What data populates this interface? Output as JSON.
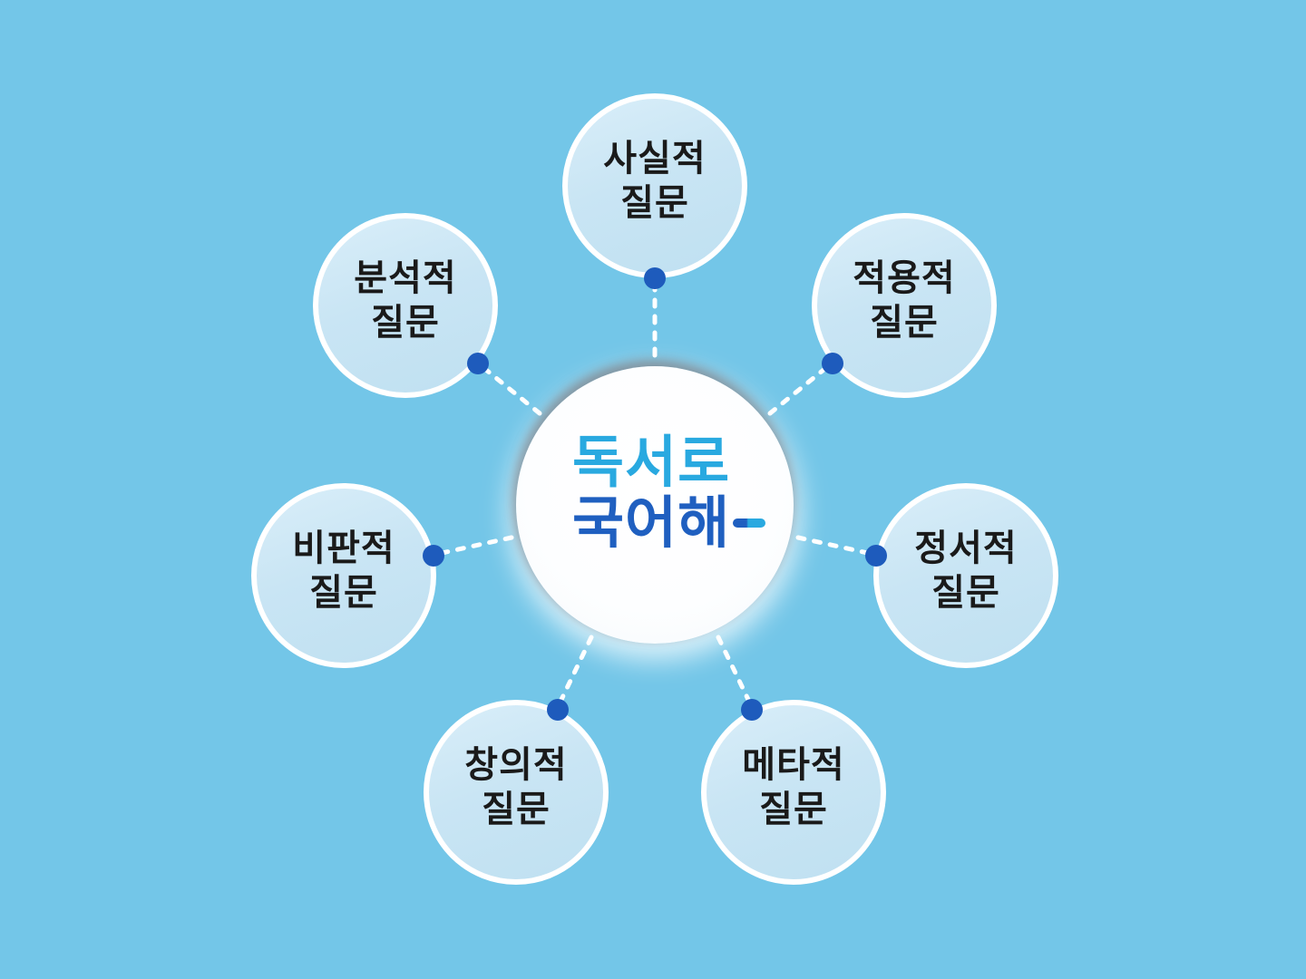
{
  "diagram": {
    "type": "radial-hub-spoke",
    "title_logo": {
      "line1": "독서로",
      "line2": "국어해",
      "dash_icon": "logo-dash"
    },
    "nodes": [
      {
        "position": "top",
        "line1": "사실적",
        "line2": "질문"
      },
      {
        "position": "top-right",
        "line1": "적용적",
        "line2": "질문"
      },
      {
        "position": "right",
        "line1": "정서적",
        "line2": "질문"
      },
      {
        "position": "bottom-right",
        "line1": "메타적",
        "line2": "질문"
      },
      {
        "position": "bottom-left",
        "line1": "창의적",
        "line2": "질문"
      },
      {
        "position": "left",
        "line1": "비판적",
        "line2": "질문"
      },
      {
        "position": "top-left",
        "line1": "분석적",
        "line2": "질문"
      }
    ],
    "colors": {
      "background": "#73C6E8",
      "node_fill": "#C9E5F4",
      "node_border": "#FFFFFF",
      "center_fill": "#FDFEFF",
      "center_shadow": "#767C84",
      "connector_line": "#FFFFFF",
      "connector_dot": "#1E5BBC",
      "logo_line1": "#29A9E0",
      "logo_line2": "#1F5FC0",
      "node_label": "#1A1A1A"
    }
  }
}
